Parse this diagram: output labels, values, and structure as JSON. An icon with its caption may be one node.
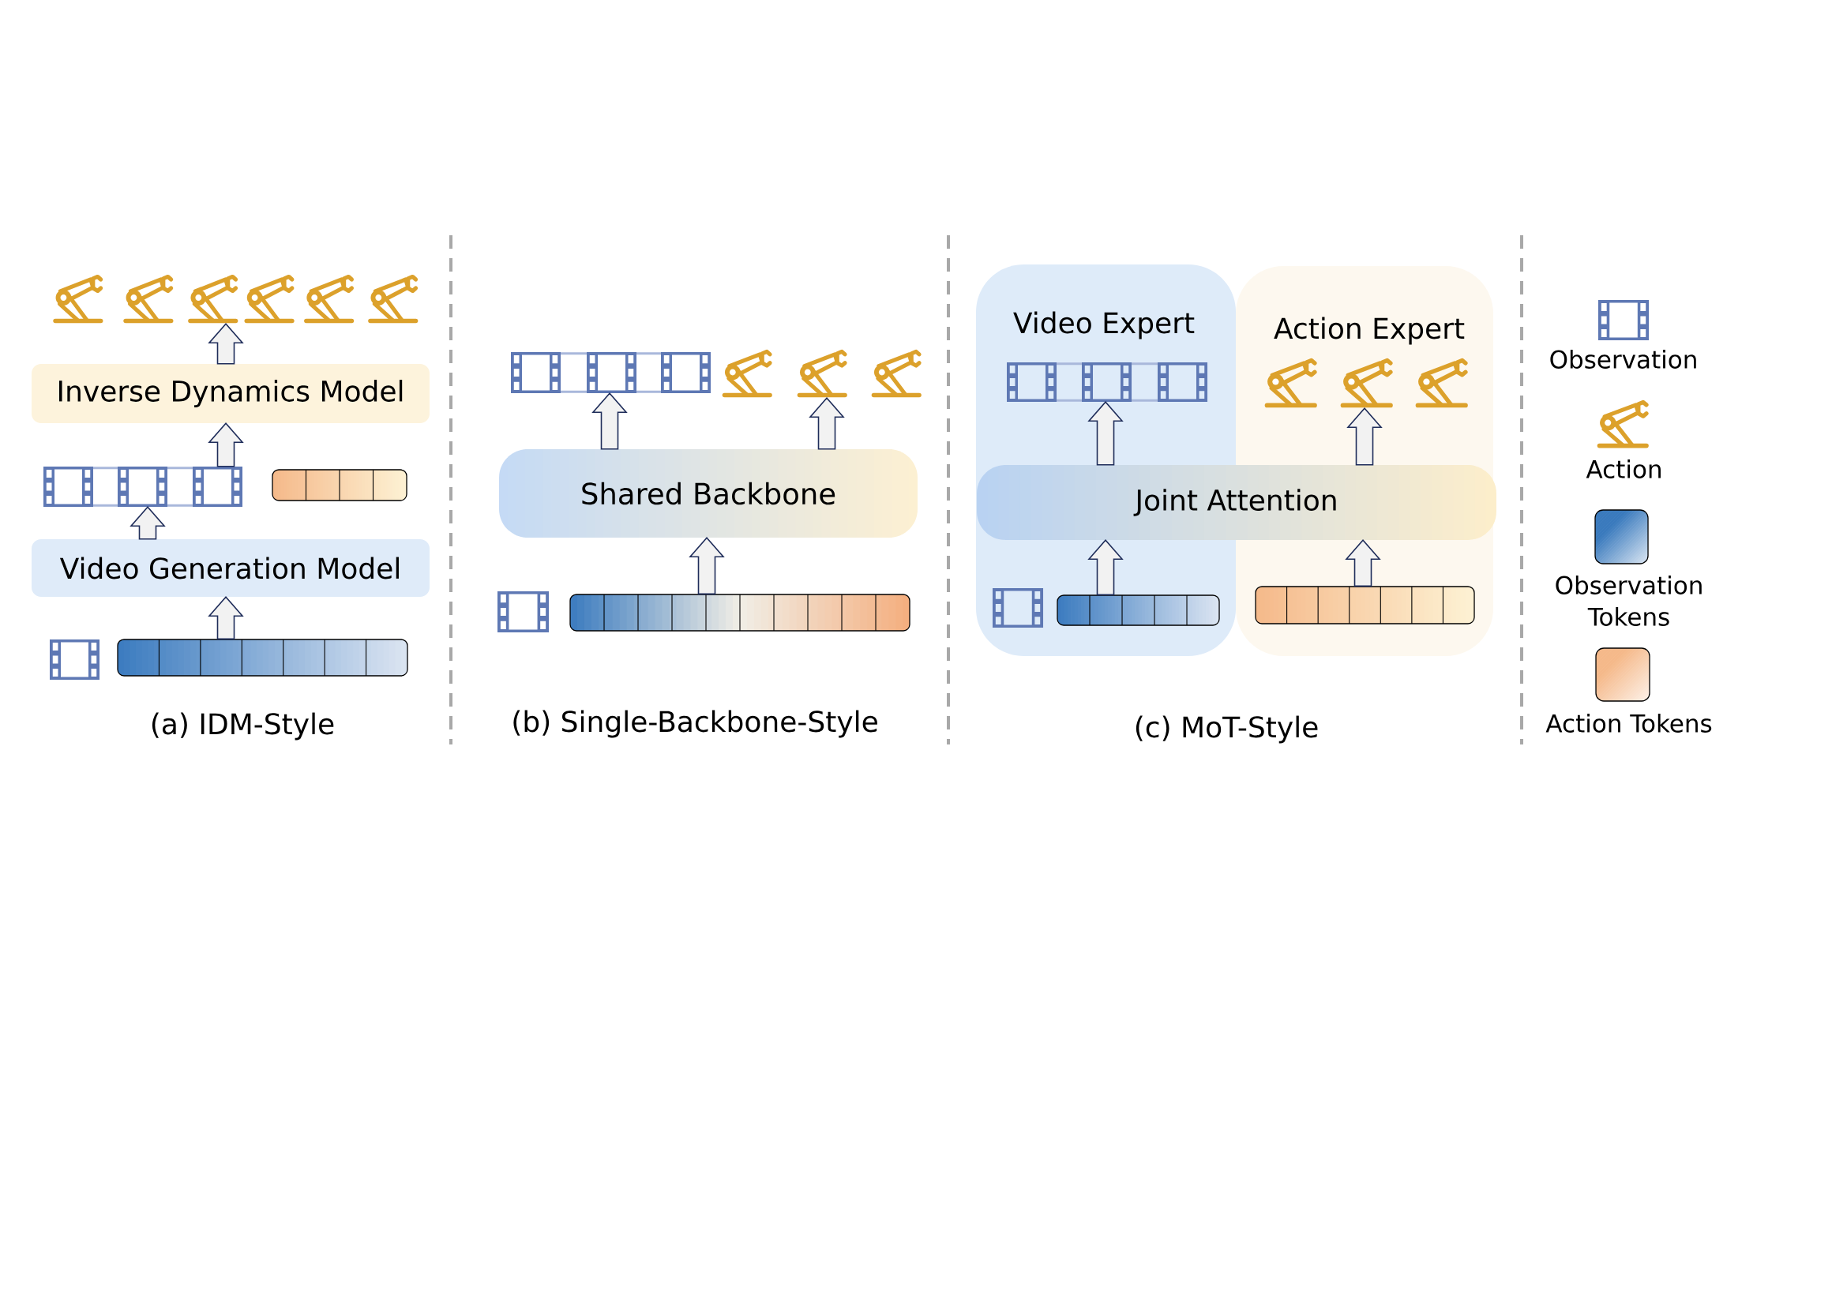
{
  "diagram": {
    "nodes": [
      {
        "text": [],
        "shape": "picture"
      },
      {
        "text": [
          "Inverse Dynamics Model"
        ]
      },
      {
        "text": [],
        "shape": "picture"
      },
      {
        "text": [],
        "shape": "bar"
      },
      {
        "text": [
          "Video Generation Model"
        ]
      },
      {
        "text": [],
        "shape": "bar"
      },
      {
        "text": [],
        "shape": "picture"
      },
      {
        "text": [],
        "shape": "picture"
      },
      {
        "text": [
          "Shared Backbone"
        ]
      },
      {
        "text": [],
        "shape": "bar"
      },
      {
        "text": [
          "Video Expert"
        ]
      },
      {
        "text": [
          "Action Expert"
        ]
      },
      {
        "text": [],
        "shape": "picture",
        "in": 10
      },
      {
        "text": [],
        "shape": "picture",
        "in": 11
      },
      {
        "text": [
          "Joint Attention"
        ]
      },
      {
        "text": [],
        "shape": "bar",
        "in": 10
      },
      {
        "text": [],
        "shape": "bar",
        "in": 11
      }
    ],
    "edges": [
      {
        "from": 5,
        "to": 4,
        "arrow": "to"
      },
      {
        "from": 4,
        "to": 2,
        "arrow": "to"
      },
      {
        "from": 2,
        "to": 1,
        "arrow": "to"
      },
      {
        "from": 1,
        "to": 0,
        "arrow": "to"
      },
      {
        "from": 8,
        "to": 6,
        "arrow": "to"
      },
      {
        "from": 8,
        "to": 7,
        "arrow": "to"
      },
      {
        "from": 9,
        "to": 8,
        "arrow": "to"
      },
      {
        "from": 14,
        "to": 12,
        "arrow": "to"
      },
      {
        "from": 14,
        "to": 13,
        "arrow": "to"
      },
      {
        "from": 15,
        "to": 14,
        "arrow": "to"
      },
      {
        "from": 16,
        "to": 14,
        "arrow": "to"
      }
    ],
    "labels": [
      "(a) IDM-Style",
      "(b) Single-Backbone-Style",
      "(c) MoT-Style"
    ],
    "legend": [
      {
        "text": "Observation"
      },
      {
        "text": "Action"
      },
      {
        "text": "Observation Tokens",
        "color": "#3a7abd"
      },
      {
        "text": "Action Tokens",
        "color": "#f5b98a"
      }
    ]
  }
}
